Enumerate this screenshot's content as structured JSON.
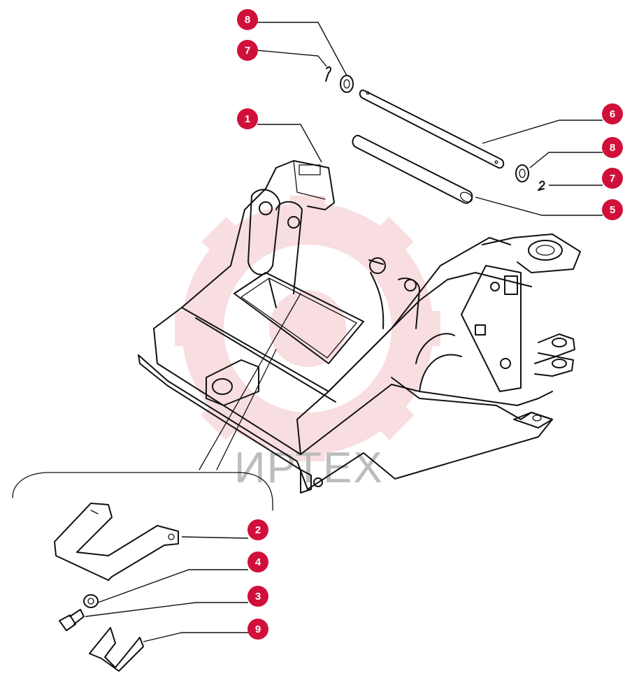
{
  "colors": {
    "callout": "#d0103a",
    "watermark_gear": "#f4c4c8",
    "watermark_text": "#bdbdbd",
    "line": "#111111"
  },
  "watermark": {
    "text": "ИРТЕХ"
  },
  "callouts": {
    "c8a": "8",
    "c7a": "7",
    "c1": "1",
    "c6": "6",
    "c8b": "8",
    "c7b": "7",
    "c5": "5",
    "c2": "2",
    "c4": "4",
    "c3": "3",
    "c9": "9"
  }
}
